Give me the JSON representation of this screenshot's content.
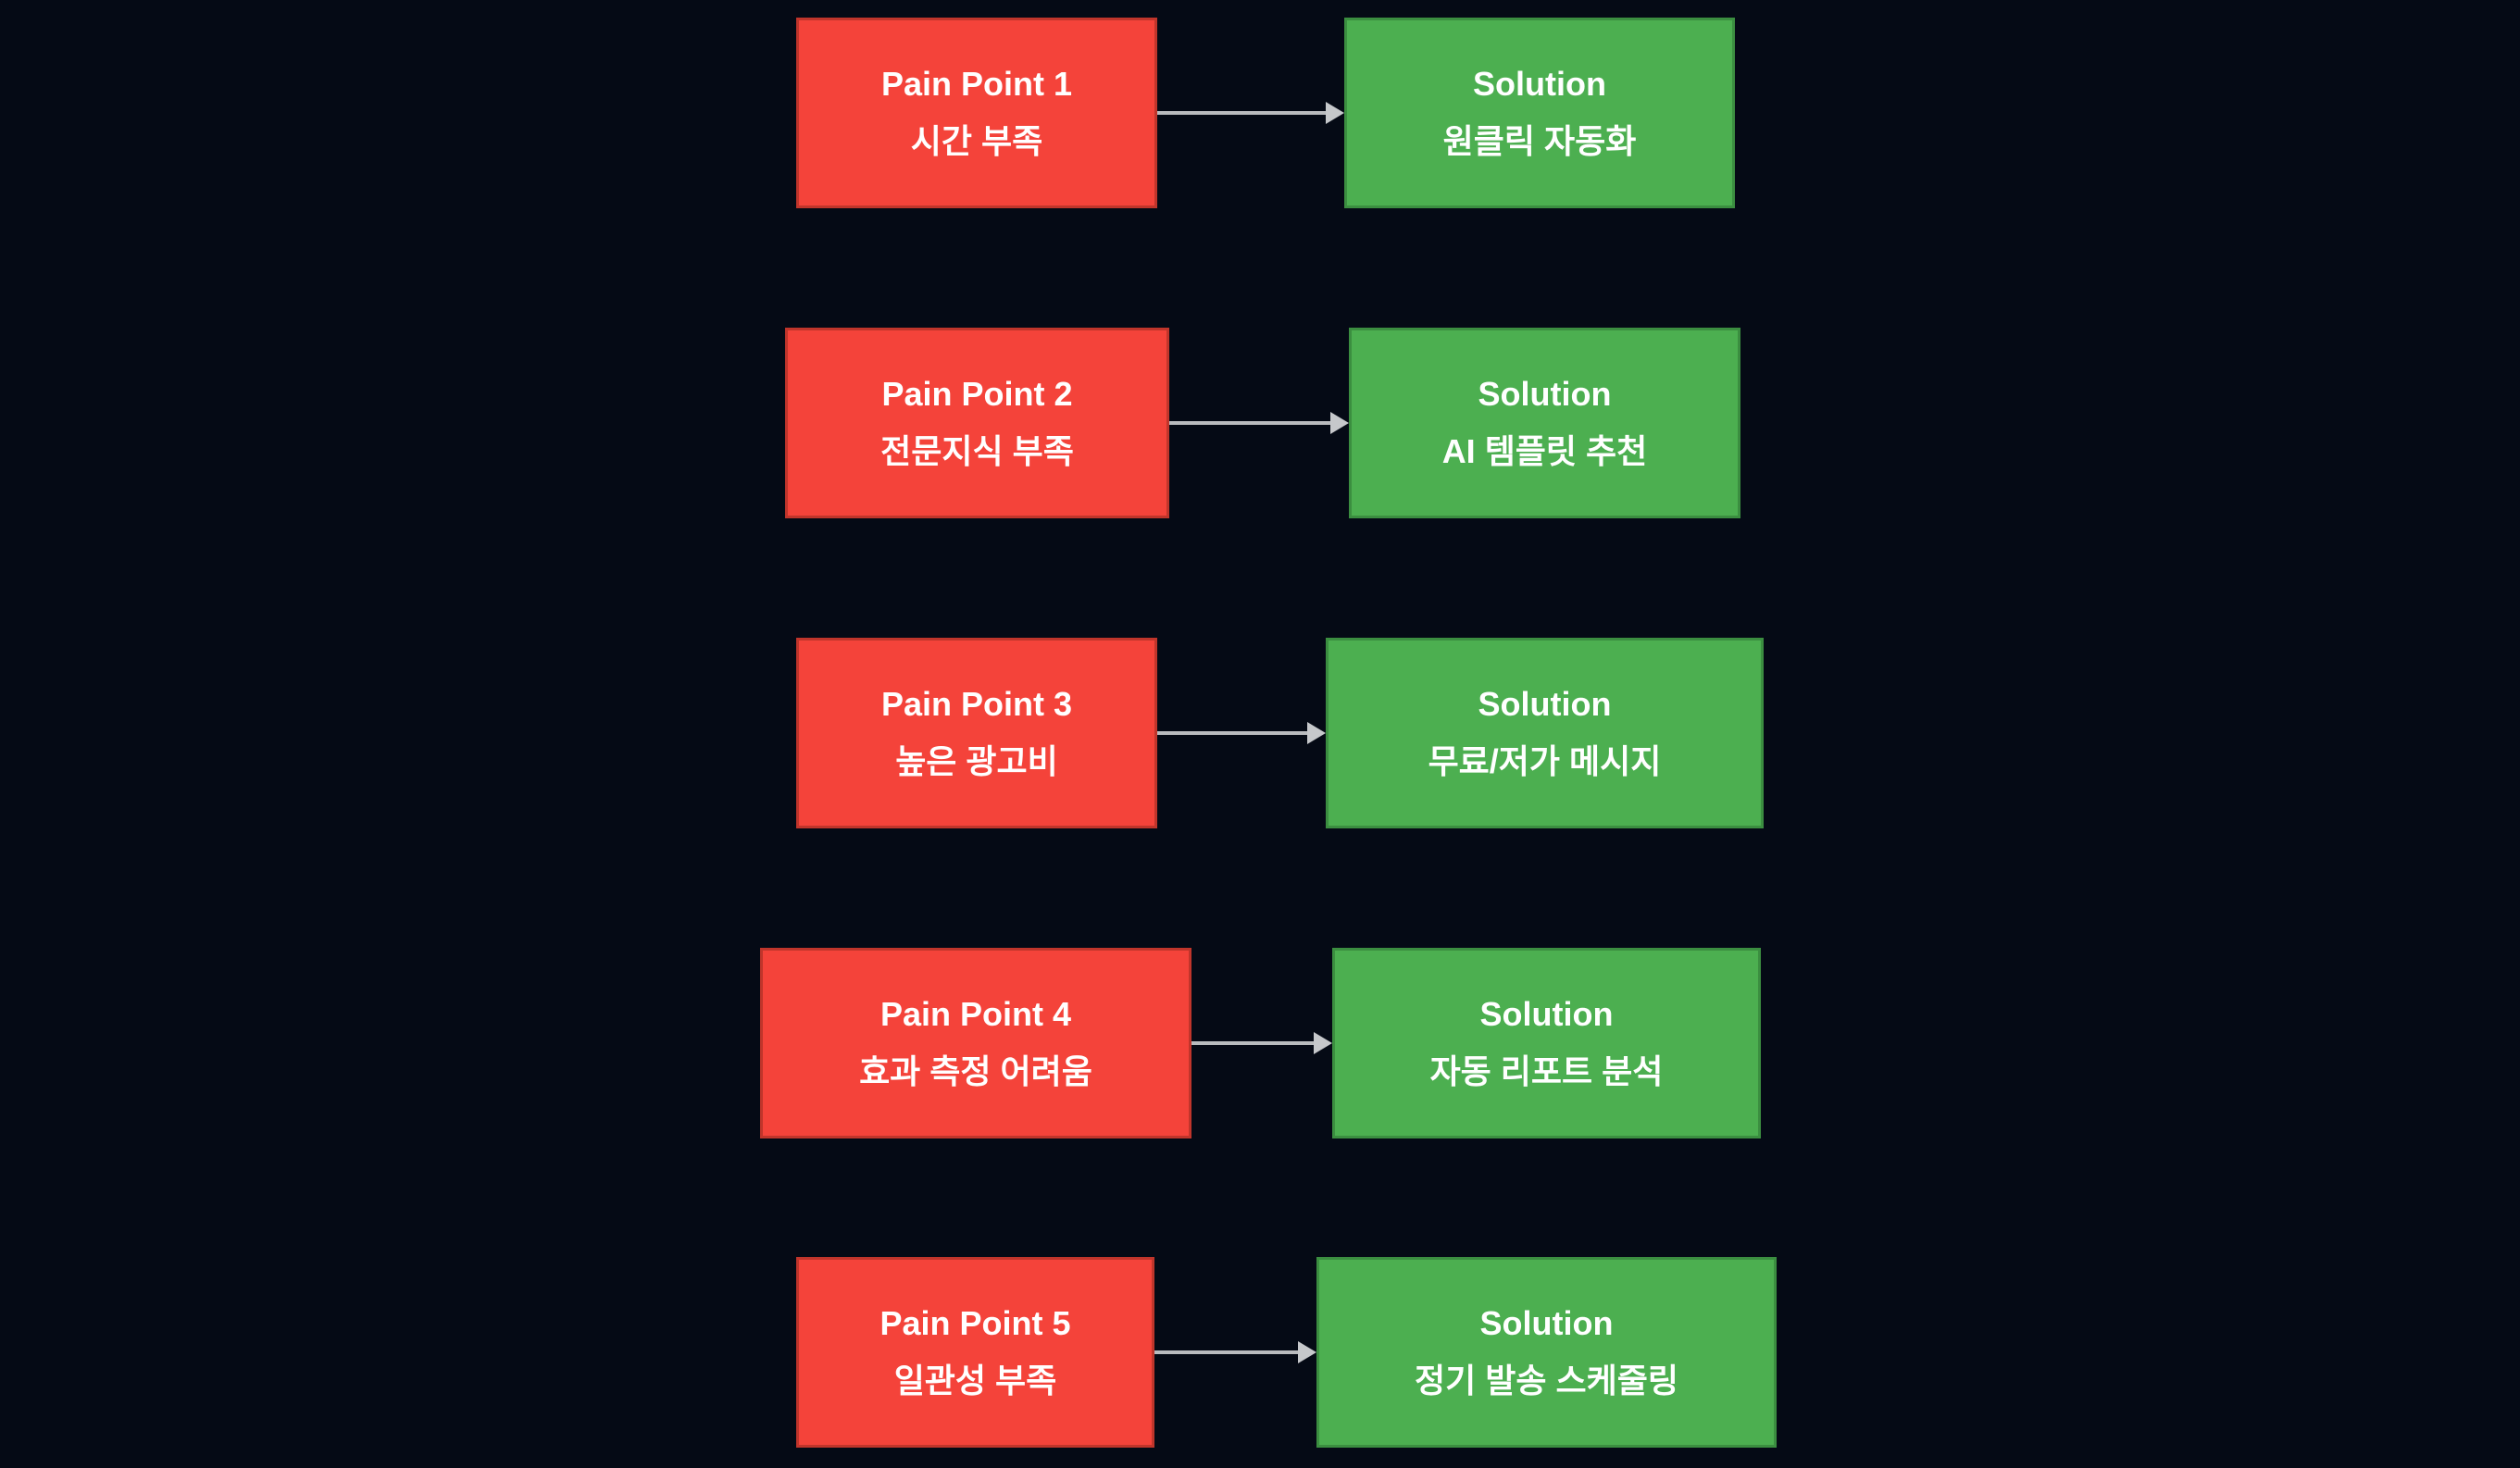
{
  "diagram": {
    "type": "flowchart",
    "colors": {
      "background": "#050a15",
      "pain_fill": "#f4433a",
      "pain_border": "#c0352b",
      "solution_fill": "#4caf50",
      "solution_border": "#3b8e40",
      "arrow": "#b9bbbe",
      "text": "#ffffff"
    },
    "rows": [
      {
        "pain_title": "Pain Point 1",
        "pain_detail": "시간 부족",
        "solution_title": "Solution",
        "solution_detail": "원클릭 자동화"
      },
      {
        "pain_title": "Pain Point 2",
        "pain_detail": "전문지식 부족",
        "solution_title": "Solution",
        "solution_detail": "AI 템플릿 추천"
      },
      {
        "pain_title": "Pain Point 3",
        "pain_detail": "높은 광고비",
        "solution_title": "Solution",
        "solution_detail": "무료/저가 메시지"
      },
      {
        "pain_title": "Pain Point 4",
        "pain_detail": "효과 측정 어려움",
        "solution_title": "Solution",
        "solution_detail": "자동 리포트 분석"
      },
      {
        "pain_title": "Pain Point 5",
        "pain_detail": "일관성 부족",
        "solution_title": "Solution",
        "solution_detail": "정기 발송 스케줄링"
      }
    ]
  }
}
